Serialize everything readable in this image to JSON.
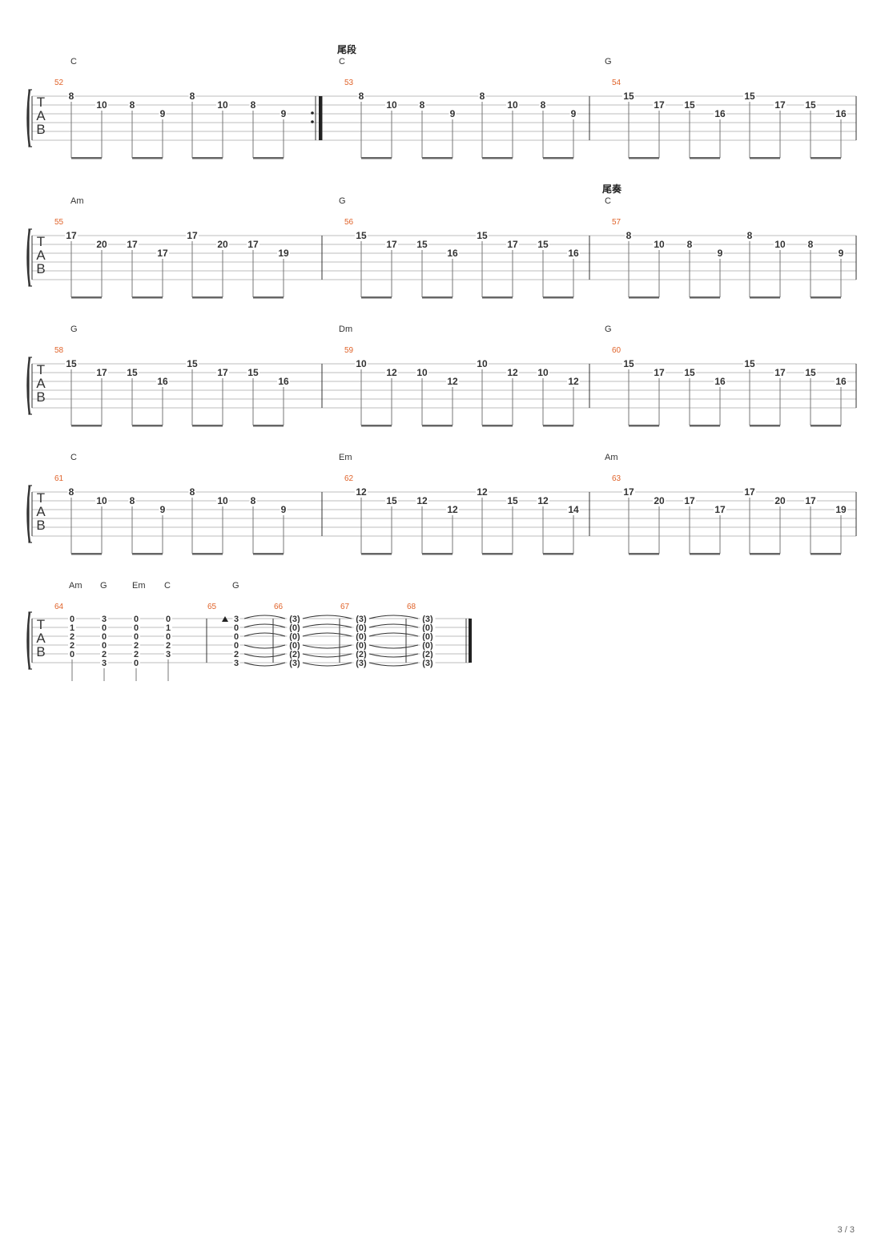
{
  "page_number": "3 / 3",
  "colors": {
    "measure_number": "#e0632a",
    "ink": "#333333",
    "staff_line": "#bdbdbd"
  },
  "tab_clef": [
    "T",
    "A",
    "B"
  ],
  "systems": [
    {
      "chords": [
        "C",
        "C",
        "G"
      ],
      "sections": [
        "尾段"
      ],
      "measures": [
        {
          "number": "52",
          "notes": [
            [
              "8",
              1
            ],
            [
              "10",
              2
            ],
            [
              "8",
              2
            ],
            [
              "9",
              3
            ],
            [
              "8",
              1
            ],
            [
              "10",
              2
            ],
            [
              "8",
              2
            ],
            [
              "9",
              3
            ]
          ]
        },
        {
          "number": "53",
          "notes": [
            [
              "8",
              1
            ],
            [
              "10",
              2
            ],
            [
              "8",
              2
            ],
            [
              "9",
              3
            ],
            [
              "8",
              1
            ],
            [
              "10",
              2
            ],
            [
              "8",
              2
            ],
            [
              "9",
              3
            ]
          ]
        },
        {
          "number": "54",
          "notes": [
            [
              "15",
              1
            ],
            [
              "17",
              2
            ],
            [
              "15",
              2
            ],
            [
              "16",
              3
            ],
            [
              "15",
              1
            ],
            [
              "17",
              2
            ],
            [
              "15",
              2
            ],
            [
              "16",
              3
            ]
          ]
        }
      ]
    },
    {
      "chords": [
        "Am",
        "G",
        "C"
      ],
      "sections": [
        "尾奏"
      ],
      "measures": [
        {
          "number": "55",
          "notes": [
            [
              "17",
              1
            ],
            [
              "20",
              2
            ],
            [
              "17",
              2
            ],
            [
              "17",
              3
            ],
            [
              "17",
              1
            ],
            [
              "20",
              2
            ],
            [
              "17",
              2
            ],
            [
              "19",
              3
            ]
          ]
        },
        {
          "number": "56",
          "notes": [
            [
              "15",
              1
            ],
            [
              "17",
              2
            ],
            [
              "15",
              2
            ],
            [
              "16",
              3
            ],
            [
              "15",
              1
            ],
            [
              "17",
              2
            ],
            [
              "15",
              2
            ],
            [
              "16",
              3
            ]
          ]
        },
        {
          "number": "57",
          "notes": [
            [
              "8",
              1
            ],
            [
              "10",
              2
            ],
            [
              "8",
              2
            ],
            [
              "9",
              3
            ],
            [
              "8",
              1
            ],
            [
              "10",
              2
            ],
            [
              "8",
              2
            ],
            [
              "9",
              3
            ]
          ]
        }
      ]
    },
    {
      "chords": [
        "G",
        "Dm",
        "G"
      ],
      "sections": [],
      "measures": [
        {
          "number": "58",
          "notes": [
            [
              "15",
              1
            ],
            [
              "17",
              2
            ],
            [
              "15",
              2
            ],
            [
              "16",
              3
            ],
            [
              "15",
              1
            ],
            [
              "17",
              2
            ],
            [
              "15",
              2
            ],
            [
              "16",
              3
            ]
          ]
        },
        {
          "number": "59",
          "notes": [
            [
              "10",
              1
            ],
            [
              "12",
              2
            ],
            [
              "10",
              2
            ],
            [
              "12",
              3
            ],
            [
              "10",
              1
            ],
            [
              "12",
              2
            ],
            [
              "10",
              2
            ],
            [
              "12",
              3
            ]
          ]
        },
        {
          "number": "60",
          "notes": [
            [
              "15",
              1
            ],
            [
              "17",
              2
            ],
            [
              "15",
              2
            ],
            [
              "16",
              3
            ],
            [
              "15",
              1
            ],
            [
              "17",
              2
            ],
            [
              "15",
              2
            ],
            [
              "16",
              3
            ]
          ]
        }
      ]
    },
    {
      "chords": [
        "C",
        "Em",
        "Am"
      ],
      "sections": [],
      "measures": [
        {
          "number": "61",
          "notes": [
            [
              "8",
              1
            ],
            [
              "10",
              2
            ],
            [
              "8",
              2
            ],
            [
              "9",
              3
            ],
            [
              "8",
              1
            ],
            [
              "10",
              2
            ],
            [
              "8",
              2
            ],
            [
              "9",
              3
            ]
          ]
        },
        {
          "number": "62",
          "notes": [
            [
              "12",
              1
            ],
            [
              "15",
              2
            ],
            [
              "12",
              2
            ],
            [
              "12",
              3
            ],
            [
              "12",
              1
            ],
            [
              "15",
              2
            ],
            [
              "12",
              2
            ],
            [
              "14",
              3
            ]
          ]
        },
        {
          "number": "63",
          "notes": [
            [
              "17",
              1
            ],
            [
              "20",
              2
            ],
            [
              "17",
              2
            ],
            [
              "17",
              3
            ],
            [
              "17",
              1
            ],
            [
              "20",
              2
            ],
            [
              "17",
              2
            ],
            [
              "19",
              3
            ]
          ]
        }
      ]
    },
    {
      "chords": [
        "Am",
        "G",
        "Em",
        "C",
        "G"
      ],
      "measures": [
        {
          "number": "64",
          "strums": [
            [
              "0",
              "1",
              "2",
              "2",
              "0",
              ""
            ],
            [
              "3",
              "0",
              "0",
              "0",
              "2",
              "3"
            ],
            [
              "0",
              "0",
              "0",
              "2",
              "2",
              "0"
            ],
            [
              "0",
              "1",
              "0",
              "2",
              "3",
              ""
            ]
          ]
        },
        {
          "number": "65",
          "stack": [
            "3",
            "0",
            "0",
            "0",
            "2",
            "3"
          ]
        },
        {
          "number": "66",
          "stack": [
            "(3)",
            "(0)",
            "(0)",
            "(0)",
            "(2)",
            "(3)"
          ]
        },
        {
          "number": "67",
          "stack": [
            "(3)",
            "(0)",
            "(0)",
            "(0)",
            "(2)",
            "(3)"
          ]
        },
        {
          "number": "68",
          "stack": [
            "(3)",
            "(0)",
            "(0)",
            "(0)",
            "(2)",
            "(3)"
          ]
        }
      ]
    }
  ]
}
